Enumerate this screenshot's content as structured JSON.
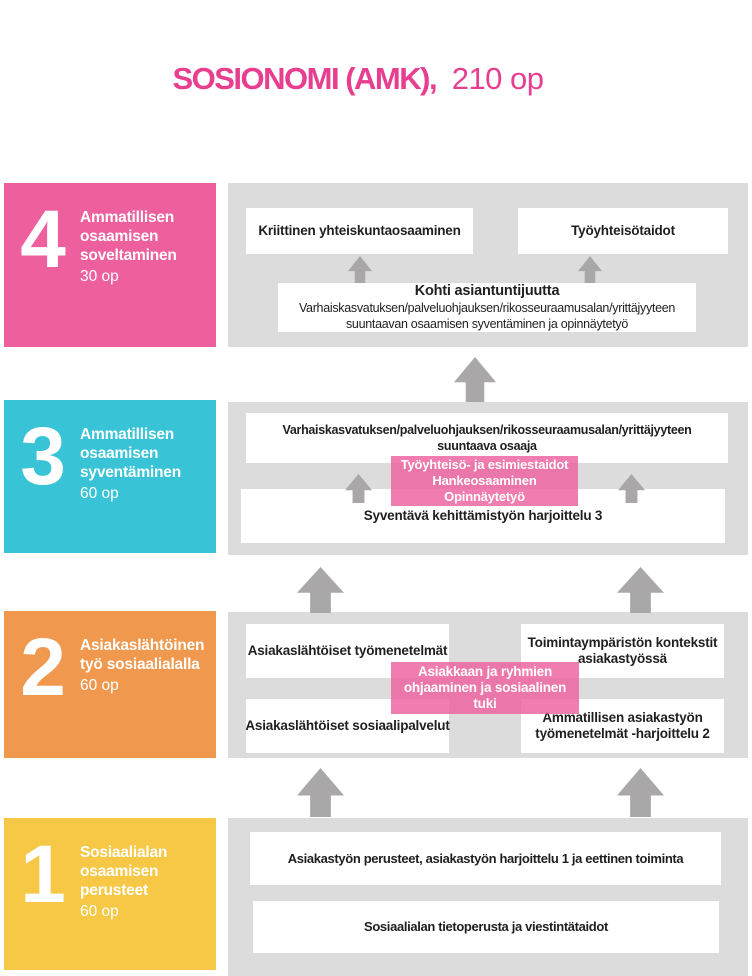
{
  "title": {
    "main": "SOSIONOMI (AMK),",
    "credits": "210 op"
  },
  "colors": {
    "title-pink": "#e83e90",
    "pink": "#ee5f9e",
    "teal": "#38c4d6",
    "orange": "#f0984e",
    "yellow": "#f7c846",
    "panel-gray": "#dcdcdc",
    "arrow-gray": "#a9a7a7",
    "overlay-pink": "rgba(238,95,157,0.82)",
    "text-dark": "#1f1f1f"
  },
  "levels": {
    "l4": {
      "number": "4",
      "label": "Ammatillisen osaamisen soveltaminen",
      "credits": "30 op",
      "box_left": "Kriittinen yhteiskuntaosaaminen",
      "box_right": "Työyhteisötaidot",
      "center_box": {
        "heading": "Kohti asiantuntijuutta",
        "line1": "Varhaiskasvatuksen/palveluohjauksen/rikosseuraamusalan/yrittäjyyteen",
        "line2": "suuntaavan osaamisen syventäminen ja opinnäytetyö"
      }
    },
    "l3": {
      "number": "3",
      "label": "Ammatillisen osaamisen syventäminen",
      "credits": "60 op",
      "top_box": {
        "line1": "Varhaiskasvatuksen/palveluohjauksen/rikosseuraamusalan/yrittäjyyteen",
        "line2": "suuntaava osaaja"
      },
      "pink_box": {
        "line1": "Työyhteisö- ja esimiestaidot",
        "line2": "Hankeosaaminen",
        "line3": "Opinnäytetyö"
      },
      "bottom_box": "Syventävä kehittämistyön harjoittelu 3"
    },
    "l2": {
      "number": "2",
      "label": "Asiakaslähtöinen työ sosiaalialalla",
      "credits": "60 op",
      "box_top_left": "Asiakaslähtöiset työmenetelmät",
      "box_top_right": {
        "line1": "Toimintaympäristön kontekstit",
        "line2": "asiakastyössä"
      },
      "box_bottom_left": "Asiakaslähtöiset sosiaalipalvelut",
      "box_bottom_right": {
        "line1": "Ammatillisen asiakastyön",
        "line2": "työmenetelmät -harjoittelu 2"
      },
      "pink_box": {
        "line1": "Asiakkaan ja ryhmien",
        "line2": "ohjaaminen ja sosiaalinen tuki"
      }
    },
    "l1": {
      "number": "1",
      "label": "Sosiaalialan osaamisen perusteet",
      "credits": "60 op",
      "box_top": "Asiakastyön perusteet, asiakastyön harjoittelu 1 ja eettinen toiminta",
      "box_bottom": "Sosiaalialan tietoperusta ja viestintätaidot"
    }
  }
}
